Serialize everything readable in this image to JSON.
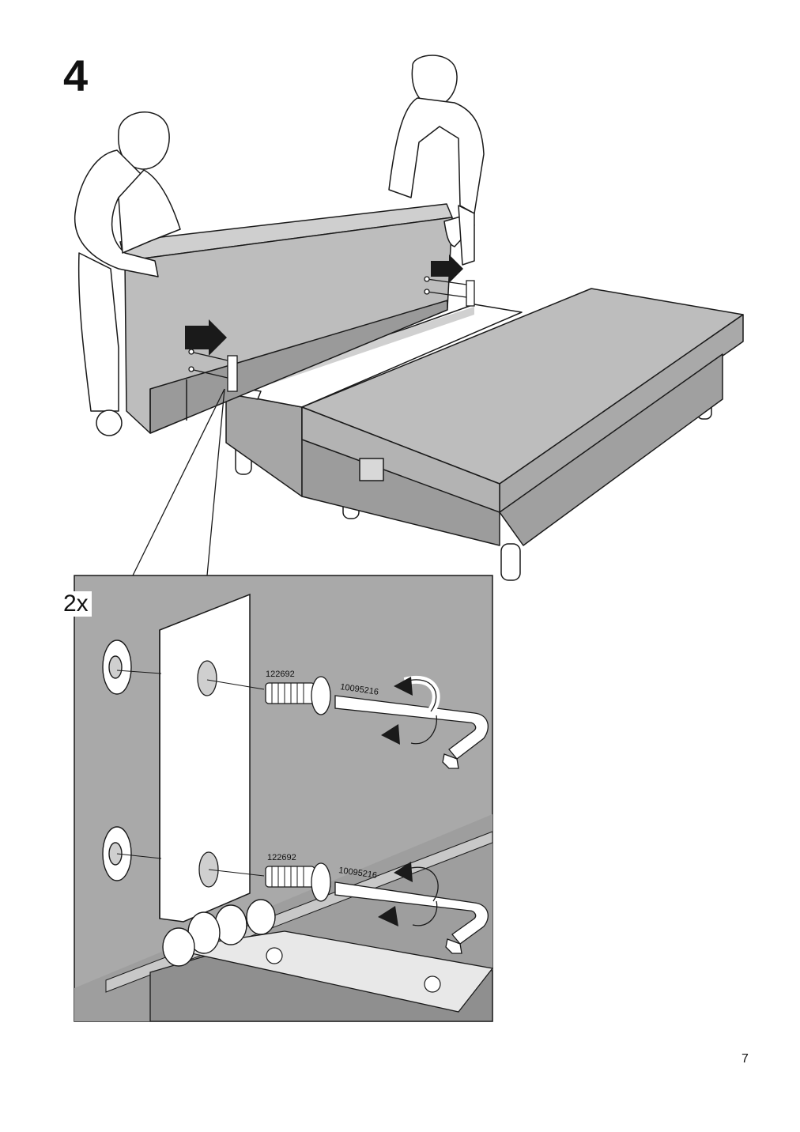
{
  "step": {
    "number": "4"
  },
  "detail": {
    "quantity": "2x"
  },
  "parts": {
    "screw": "122692",
    "key": "10095216"
  },
  "page": {
    "number": "7"
  },
  "colors": {
    "fabric": "#b9b9b9",
    "frame": "#a6a6a6",
    "detail_bg": "#a9a9a9",
    "outline": "#1a1a1a"
  }
}
